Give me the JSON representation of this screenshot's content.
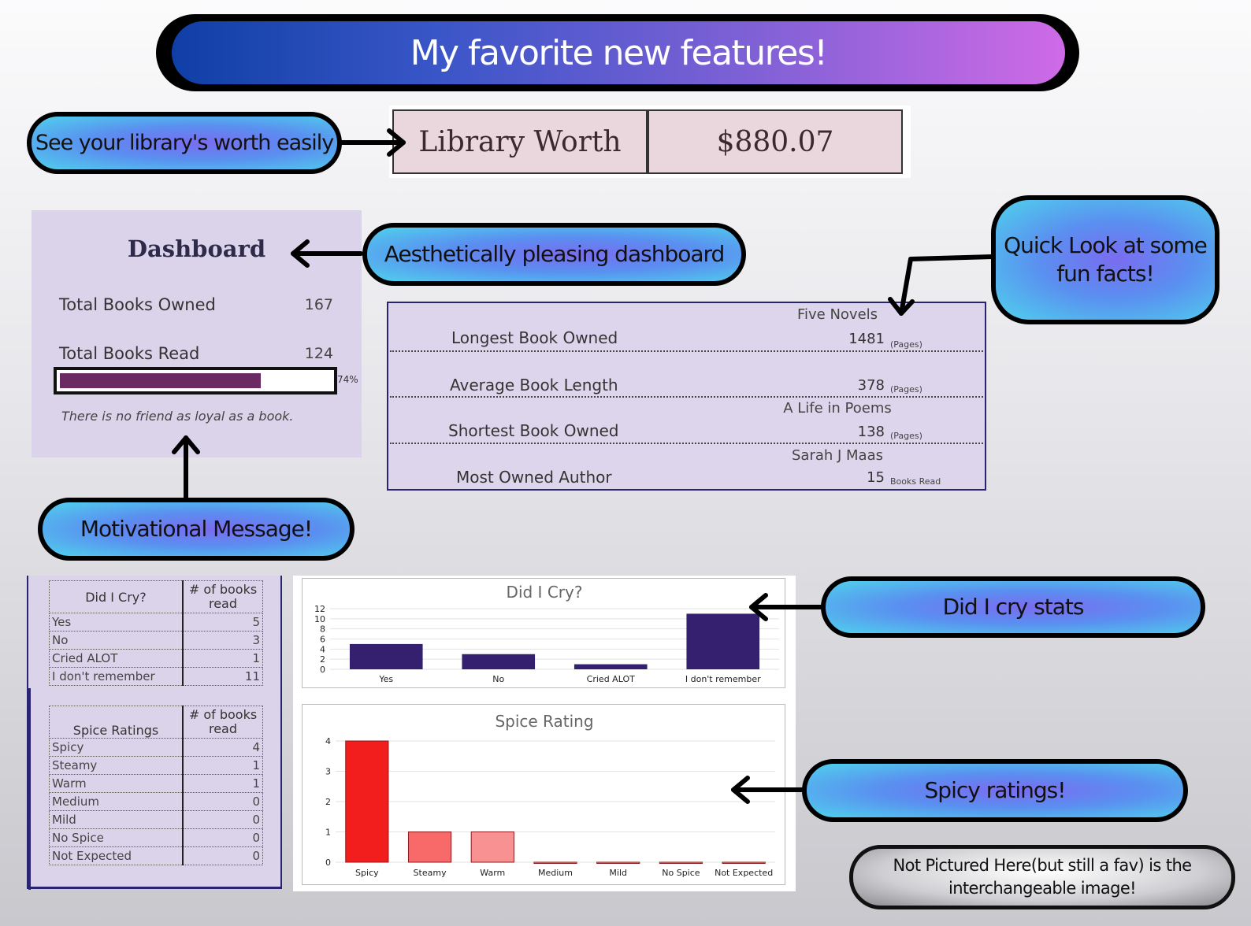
{
  "title": "My favorite new features!",
  "callouts": {
    "worth": "See your library's worth easily",
    "dashboard": "Aesthetically pleasing dashboard",
    "facts": "Quick Look at some fun facts!",
    "motivation": "Motivational Message!",
    "cry": "Did I cry stats",
    "spice": "Spicy ratings!",
    "not_pictured": "Not Pictured Here(but still a fav) is the interchangeable image!"
  },
  "library_worth": {
    "label": "Library Worth",
    "value": "$880.07"
  },
  "dashboard": {
    "title": "Dashboard",
    "owned_label": "Total Books Owned",
    "owned_value": "167",
    "read_label": "Total Books Read",
    "read_value": "124",
    "progress_percent": 74,
    "progress_label": "74%",
    "quote": "There is no friend as loyal as a book."
  },
  "fun_facts": [
    {
      "label": "Longest Book Owned",
      "sub": "Five Novels",
      "value": "1481",
      "unit": "(Pages)"
    },
    {
      "label": "Average Book Length",
      "sub": "",
      "value": "378",
      "unit": "(Pages)"
    },
    {
      "label": "Shortest Book Owned",
      "sub": "A Life in Poems",
      "value": "138",
      "unit": "(Pages)"
    },
    {
      "label": "Most Owned Author",
      "sub": "Sarah J Maas",
      "value": "15",
      "unit": "Books Read"
    }
  ],
  "cry_table": {
    "header_label": "Did I Cry?",
    "header_count": "# of books read",
    "rows": [
      {
        "label": "Yes",
        "count": "5"
      },
      {
        "label": "No",
        "count": "3"
      },
      {
        "label": "Cried ALOT",
        "count": "1"
      },
      {
        "label": "I don't remember",
        "count": "11"
      }
    ]
  },
  "spice_table": {
    "header_label": "Spice Ratings",
    "header_count": "# of books read",
    "rows": [
      {
        "label": "Spicy",
        "count": "4"
      },
      {
        "label": "Steamy",
        "count": "1"
      },
      {
        "label": "Warm",
        "count": "1"
      },
      {
        "label": "Medium",
        "count": "0"
      },
      {
        "label": "Mild",
        "count": "0"
      },
      {
        "label": "No Spice",
        "count": "0"
      },
      {
        "label": "Not Expected",
        "count": "0"
      }
    ]
  },
  "chart_data": [
    {
      "type": "bar",
      "title": "Did I Cry?",
      "categories": [
        "Yes",
        "No",
        "Cried ALOT",
        "I don't remember"
      ],
      "values": [
        5,
        3,
        1,
        11
      ],
      "ylim": [
        0,
        12
      ],
      "yticks": [
        0,
        2,
        4,
        6,
        8,
        10,
        12
      ],
      "grid": true,
      "colors": [
        "#34206e"
      ]
    },
    {
      "type": "bar",
      "title": "Spice Rating",
      "categories": [
        "Spicy",
        "Steamy",
        "Warm",
        "Medium",
        "Mild",
        "No Spice",
        "Not Expected"
      ],
      "values": [
        4,
        1,
        1,
        0,
        0,
        0,
        0
      ],
      "ylim": [
        0,
        4
      ],
      "yticks": [
        0,
        1,
        2,
        3,
        4
      ],
      "grid": true,
      "colors": [
        "#f21d1d",
        "#f86a6a",
        "#f89292",
        "#f89292",
        "#f89292",
        "#f89292",
        "#f89292"
      ]
    }
  ]
}
